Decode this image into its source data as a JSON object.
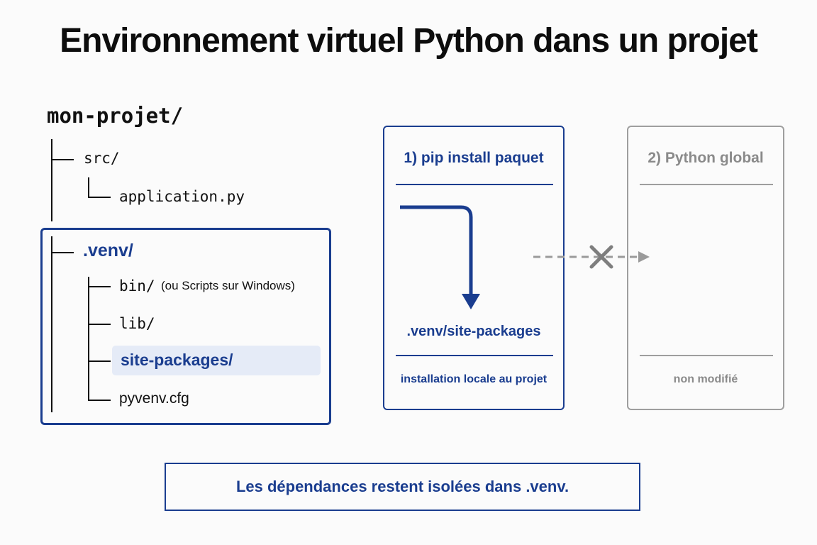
{
  "title": "Environnement virtuel Python dans un projet",
  "tree": {
    "root": "mon-projet/",
    "src": "src/",
    "application": "application.py",
    "venv": ".venv/",
    "bin": "bin/",
    "bin_note": "(ou Scripts sur Windows)",
    "lib": "lib/",
    "site_packages": "site-packages/",
    "pyvenv": "pyvenv.cfg"
  },
  "local_panel": {
    "heading": "1) pip install paquet",
    "target": ".venv/site-packages",
    "footer": "installation locale au projet"
  },
  "global_panel": {
    "heading": "2) Python global",
    "footer": "non modifié"
  },
  "caption": "Les dépendances restent isolées dans .venv.",
  "colors": {
    "accent": "#1a3d8f",
    "muted": "#8a8a8a",
    "highlight": "#e5ebf7",
    "text": "#111111"
  }
}
